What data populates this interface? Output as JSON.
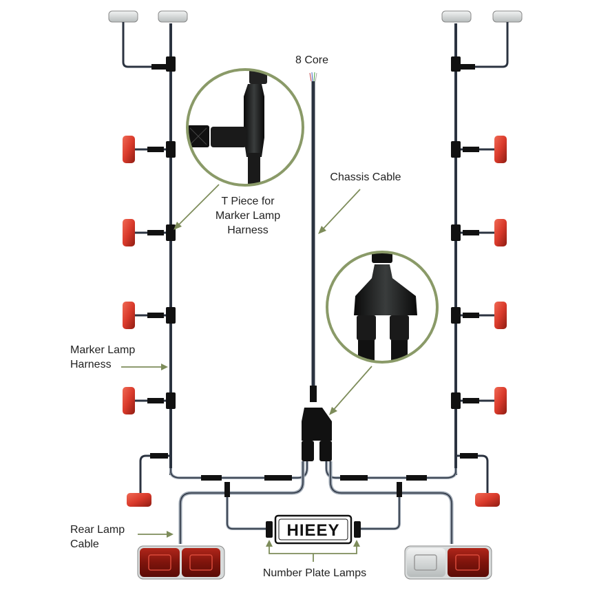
{
  "labels": {
    "eight_core": "8 Core",
    "chassis_cable": "Chassis Cable",
    "t_piece_line1": "T Piece for",
    "t_piece_line2": "Marker Lamp",
    "t_piece_line3": "Harness",
    "marker_harness_line1": "Marker Lamp",
    "marker_harness_line2": "Harness",
    "rear_lamp_line1": "Rear Lamp",
    "rear_lamp_line2": "Cable",
    "number_plate_lamps": "Number Plate Lamps"
  },
  "number_plate": {
    "text": "HIEEY"
  },
  "colors": {
    "cable": "#2b3340",
    "cable_highlight": "#9aa4b0",
    "connector": "#111111",
    "marker_red": "#d93a2b",
    "marker_dark": "#8e1c12",
    "white_lamp": "#d9dcdc",
    "arrow": "#7d8c5a",
    "circle_border": "#8a9a68"
  }
}
